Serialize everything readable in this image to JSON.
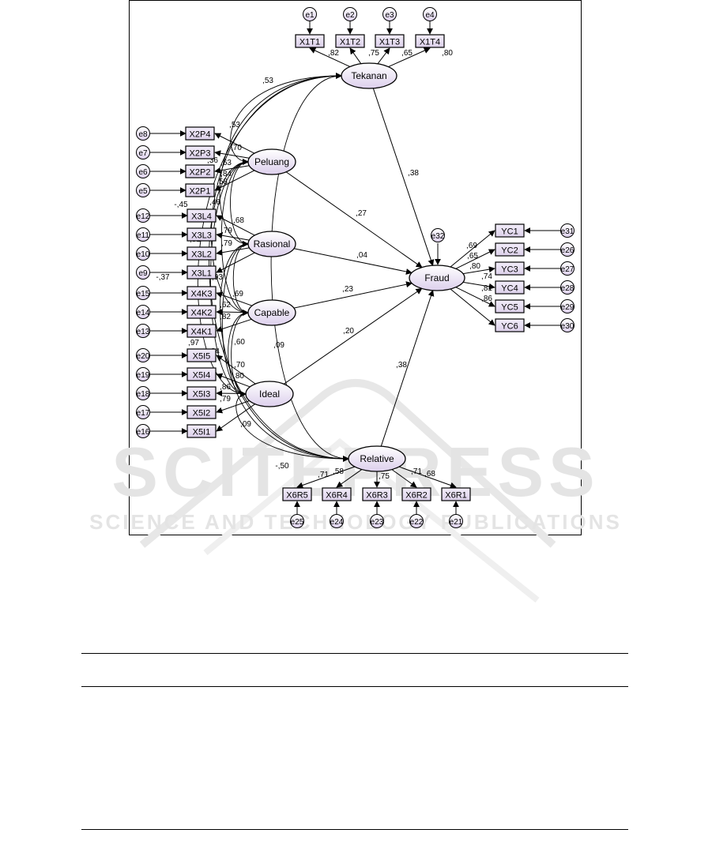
{
  "diagram": {
    "indicators": {
      "tekanan": [
        "X1T1",
        "X1T2",
        "X1T3",
        "X1T4"
      ],
      "peluang": [
        "X2P4",
        "X2P3",
        "X2P2",
        "X2P1"
      ],
      "rasional": [
        "X3L4",
        "X3L3",
        "X3L2",
        "X3L1"
      ],
      "capable": [
        "X4K3",
        "X4K2",
        "X4K1"
      ],
      "ideal": [
        "X5I5",
        "X5I4",
        "X5I3",
        "X5I2",
        "X5I1"
      ],
      "relative": [
        "X6R5",
        "X6R4",
        "X6R3",
        "X6R2",
        "X6R1"
      ],
      "fraud": [
        "YC1",
        "YC2",
        "YC3",
        "YC4",
        "YC5",
        "YC6"
      ]
    },
    "errors": {
      "tekanan": [
        "e1",
        "e2",
        "e3",
        "e4"
      ],
      "left": [
        "e8",
        "e7",
        "e6",
        "e5",
        "e12",
        "e11",
        "e10",
        "e9",
        "e15",
        "e14",
        "e13",
        "e20",
        "e19",
        "e18",
        "e17",
        "e16"
      ],
      "relative": [
        "e25",
        "e24",
        "e23",
        "e22",
        "e21"
      ],
      "fraud": [
        "e31",
        "e26",
        "e27",
        "e28",
        "e29",
        "e30"
      ],
      "disturbance": "e32"
    },
    "constructs": {
      "tekanan": "Tekanan",
      "peluang": "Peluang",
      "rasional": "Rasional",
      "capable": "Capable",
      "ideal": "Ideal",
      "relative": "Relative",
      "fraud": "Fraud"
    },
    "path_coefficients": {
      "tekanan_fraud": ",38",
      "peluang_fraud": ",27",
      "rasional_fraud": ",04",
      "capable_fraud": ",23",
      "ideal_fraud": ",20",
      "relative_fraud": ",38"
    },
    "loadings": {
      "tekanan": [
        ",82",
        ",75",
        ",65",
        ",80"
      ],
      "peluang": [
        ",53",
        ",70",
        ",63",
        ",84"
      ],
      "rasional": [
        ",68",
        ",79",
        ",79",
        ",93"
      ],
      "capable": [
        ",69",
        ",62",
        ",82"
      ],
      "ideal": [
        ",70",
        ",80",
        ",86",
        ",79",
        ",09"
      ],
      "relative": [
        ",71",
        ",58",
        ",75",
        ",71",
        ",68"
      ],
      "fraud": [
        ",69",
        ",65",
        ",80",
        ",74",
        ",81",
        ",86"
      ]
    },
    "correlations": {
      "tekanan_peluang": ",53",
      "tekanan_ideal": "-,45",
      "peluang_capable": "-,37",
      "ideal_relative": "-,50",
      "misc": [
        ",58",
        ",51",
        ",36",
        ",46",
        ",97",
        ",24",
        ",09",
        ",60"
      ]
    }
  },
  "watermark": {
    "title": "SCITEPRESS",
    "subtitle": "SCIENCE AND TECHNOLOGY PUBLICATIONS"
  }
}
